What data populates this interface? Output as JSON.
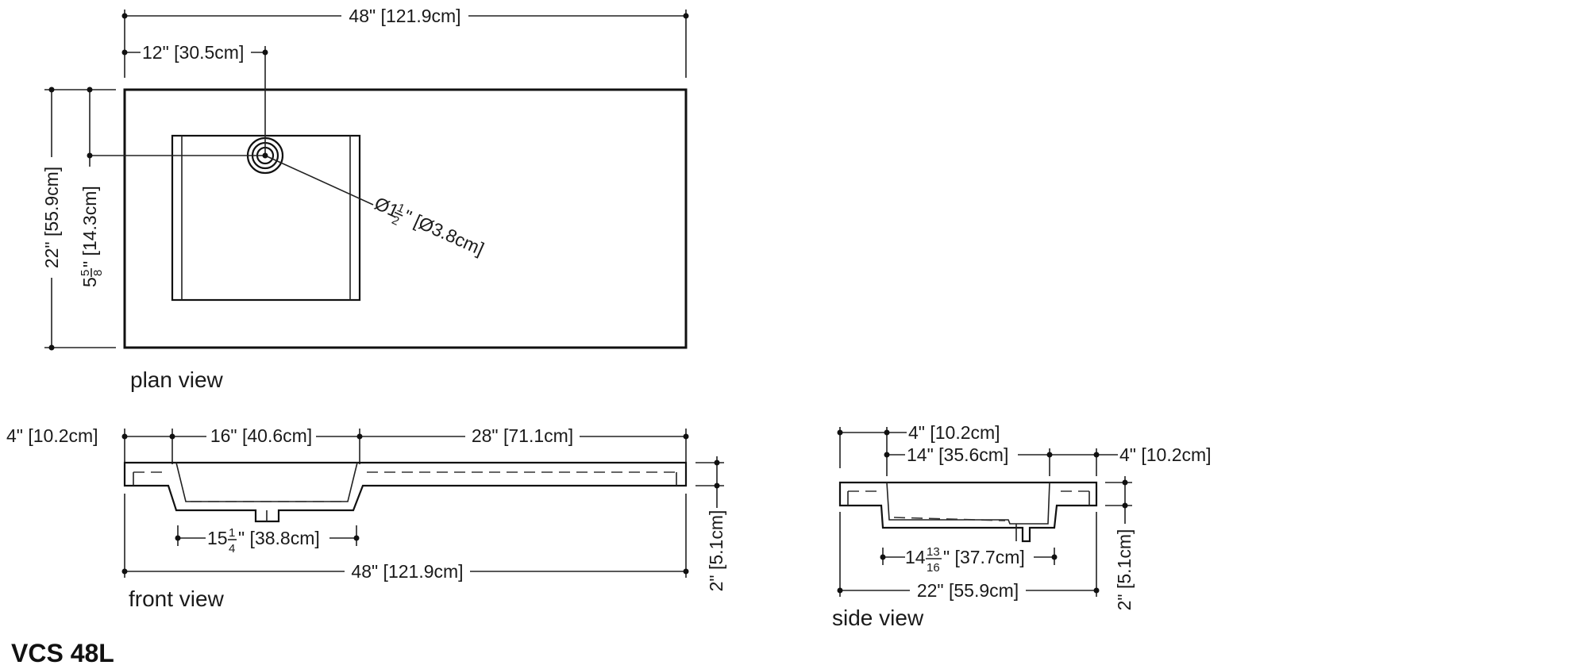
{
  "model_code": "VCS 48L",
  "views": {
    "plan": {
      "caption": "plan view",
      "overall_width": "48\" [121.9cm]",
      "drain_offset": "12\" [30.5cm]",
      "depth": "22\" [55.9cm]",
      "drain_setback": "5⅝\" [14.3cm]",
      "drain_setback_whole": "5",
      "drain_setback_frac_num": "5",
      "drain_setback_frac_den": "8",
      "drain_setback_rest": "\" [14.3cm]",
      "drain_diameter_prefix": "Ø1",
      "drain_diameter_frac_num": "1",
      "drain_diameter_frac_den": "2",
      "drain_diameter_rest": "\" [Ø3.8cm]"
    },
    "front": {
      "caption": "front view",
      "left_deck": "4\" [10.2cm]",
      "bowl_width": "16\" [40.6cm]",
      "right_deck": "28\" [71.1cm]",
      "interior_whole": "15",
      "interior_frac_num": "1",
      "interior_frac_den": "4",
      "interior_rest": "\" [38.8cm]",
      "overall_width": "48\" [121.9cm]",
      "thickness": "2\" [5.1cm]"
    },
    "side": {
      "caption": "side view",
      "back_deck": "4\" [10.2cm]",
      "bowl_depth": "14\" [35.6cm]",
      "front_deck": "4\" [10.2cm]",
      "interior_whole": "14",
      "interior_frac_num": "13",
      "interior_frac_den": "16",
      "interior_rest": "\" [37.7cm]",
      "overall_depth": "22\" [55.9cm]",
      "thickness": "2\" [5.1cm]"
    }
  }
}
